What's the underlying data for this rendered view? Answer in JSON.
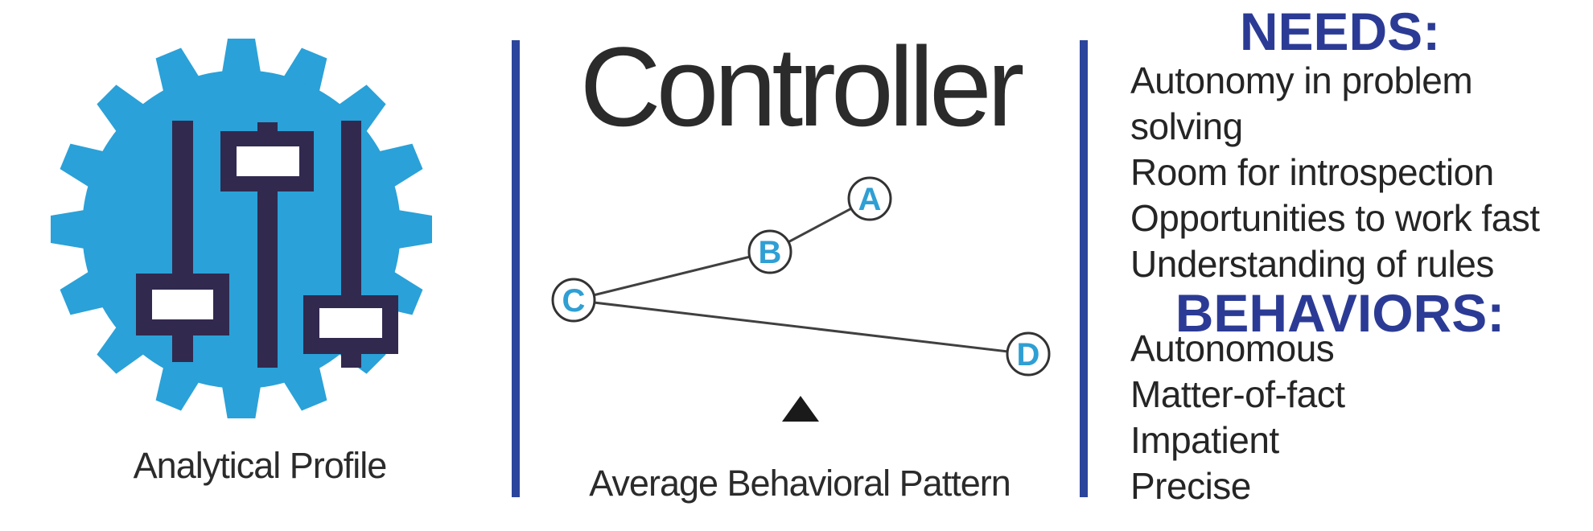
{
  "colors": {
    "accent_heading_blue": "#2b3b95",
    "divider_blue": "#2b449c",
    "gear_blue": "#2aa1d8",
    "slider_navy": "#32294f",
    "point_letter_blue": "#2f9fd4",
    "text_dark": "#2b2b2b"
  },
  "left_panel": {
    "icon": "gear-with-sliders-icon",
    "caption": "Analytical Profile"
  },
  "middle_panel": {
    "title": "Controller",
    "caption": "Average Behavioral Pattern"
  },
  "right_panel": {
    "needs_heading": "NEEDS:",
    "needs_items": [
      "Autonomy in problem solving",
      "Room for introspection",
      "Opportunities to work fast",
      "Understanding of rules"
    ],
    "behaviors_heading": "BEHAVIORS:",
    "behaviors_items": [
      "Autonomous",
      "Matter-of-fact",
      "Impatient",
      "Precise"
    ]
  },
  "chart_data": {
    "type": "scatter",
    "title": "Average Behavioral Pattern",
    "points": [
      {
        "label": "A",
        "x": 0.63,
        "y": 0.77
      },
      {
        "label": "B",
        "x": 0.45,
        "y": 0.61
      },
      {
        "label": "C",
        "x": 0.1,
        "y": 0.47
      },
      {
        "label": "D",
        "x": 0.91,
        "y": 0.31
      }
    ],
    "segments": [
      [
        "C",
        "B"
      ],
      [
        "B",
        "A"
      ],
      [
        "C",
        "D"
      ]
    ],
    "midline_marker": {
      "shape": "triangle",
      "x": 0.5,
      "y": 0.15
    },
    "axes": "none",
    "grid": false,
    "legend": "none"
  }
}
